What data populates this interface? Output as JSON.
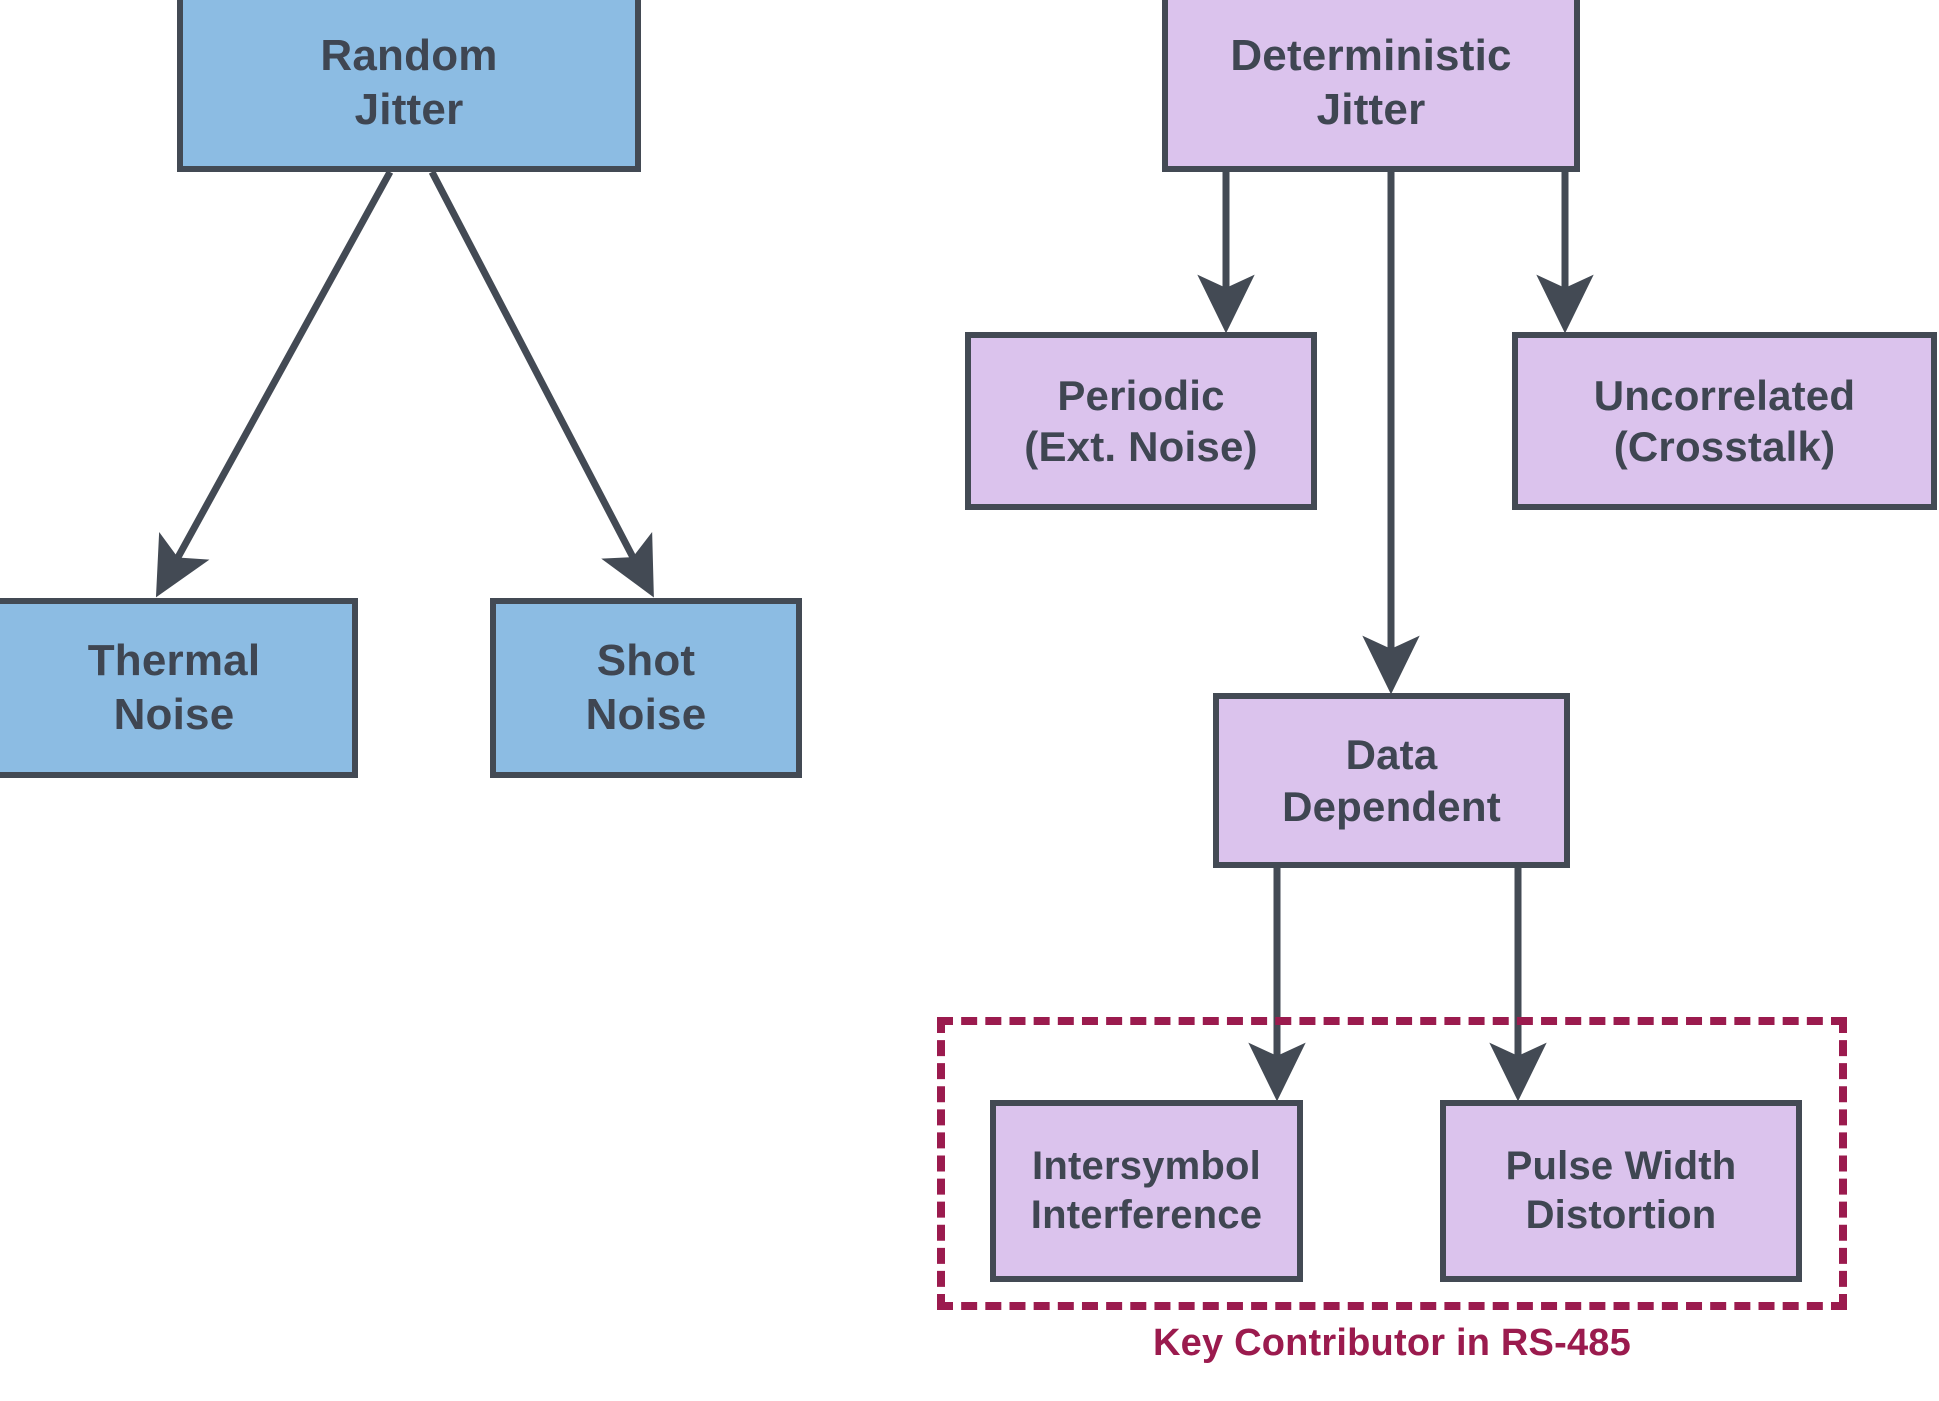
{
  "diagram": {
    "title_hidden": "Jitter taxonomy tree",
    "colors": {
      "random_fill": "#8cbce3",
      "deterministic_fill": "#dbc3ed",
      "node_border": "#434a54",
      "text": "#3f4652",
      "highlight": "#9b1b4e",
      "background": "#ffffff"
    },
    "nodes": {
      "random_jitter": "Random\nJitter",
      "thermal_noise": "Thermal\nNoise",
      "shot_noise": "Shot\nNoise",
      "deterministic_jitter": "Deterministic\nJitter",
      "periodic": "Periodic\n(Ext. Noise)",
      "uncorrelated": "Uncorrelated\n(Crosstalk)",
      "data_dependent": "Data\nDependent",
      "intersymbol_interference": "Intersymbol\nInterference",
      "pulse_width_distortion": "Pulse Width\nDistortion"
    },
    "highlight_group": {
      "caption": "Key Contributor in RS-485",
      "members": [
        "Intersymbol Interference",
        "Pulse Width Distortion"
      ]
    },
    "edges": [
      {
        "from": "Random Jitter",
        "to": "Thermal Noise",
        "style": "solid-arrow-diagonal"
      },
      {
        "from": "Random Jitter",
        "to": "Shot Noise",
        "style": "solid-arrow-diagonal"
      },
      {
        "from": "Deterministic Jitter",
        "to": "Periodic (Ext. Noise)",
        "style": "solid-arrow-vertical"
      },
      {
        "from": "Deterministic Jitter",
        "to": "Data Dependent",
        "style": "solid-arrow-vertical"
      },
      {
        "from": "Deterministic Jitter",
        "to": "Uncorrelated (Crosstalk)",
        "style": "solid-arrow-vertical"
      },
      {
        "from": "Data Dependent",
        "to": "Intersymbol Interference",
        "style": "solid-arrow-vertical"
      },
      {
        "from": "Data Dependent",
        "to": "Pulse Width Distortion",
        "style": "solid-arrow-vertical"
      }
    ]
  }
}
